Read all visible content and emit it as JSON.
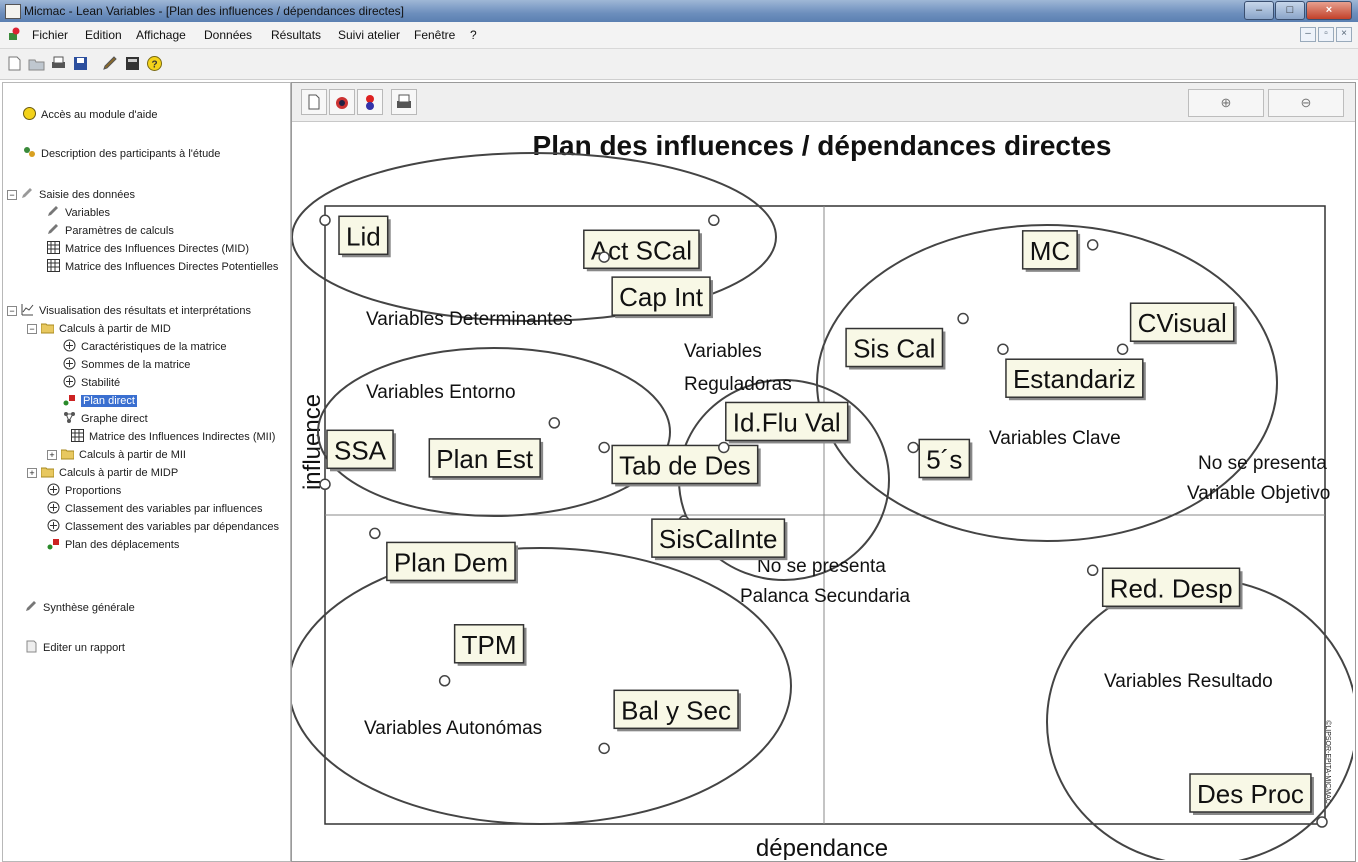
{
  "window": {
    "title": "Micmac - Lean Variables - [Plan des influences / dépendances directes]",
    "minimize": "–",
    "maximize": "□",
    "close": "×"
  },
  "menu": {
    "items": [
      "Fichier",
      "Edition",
      "Affichage",
      "Données",
      "Résultats",
      "Suivi atelier",
      "Fenêtre",
      "?"
    ],
    "mdi": [
      "–",
      "▫",
      "×"
    ]
  },
  "toolbar": {
    "icons": [
      "new-icon",
      "open-icon",
      "print-icon",
      "save-icon",
      "edit-icon",
      "calculator-icon",
      "help-icon"
    ]
  },
  "tree": {
    "help": "Accès au module d'aide",
    "participants": "Description des participants à l'étude",
    "data_entry": "Saisie des données",
    "variables": "Variables",
    "params": "Paramètres de calculs",
    "mid": "Matrice des Influences Directes (MID)",
    "midp": "Matrice des Influences Directes Potentielles",
    "visualisation": "Visualisation des résultats et interprétations",
    "calc_mid": "Calculs à partir de MID",
    "caract": "Caractéristiques de la matrice",
    "sommes": "Sommes de la matrice",
    "stabilite": "Stabilité",
    "plan_direct": "Plan direct",
    "graphe_direct": "Graphe direct",
    "mii": "Matrice des Influences Indirectes (MII)",
    "calc_mii": "Calculs à partir de MII",
    "calc_midp": "Calculs à partir de MIDP",
    "proportions": "Proportions",
    "class_infl": "Classement des variables par influences",
    "class_dep": "Classement des variables par dépendances",
    "plan_depl": "Plan des déplacements",
    "synthese": "Synthèse générale",
    "rapport": "Editer un rapport",
    "expand_minus": "−",
    "expand_plus": "+"
  },
  "plot_toolbar": {
    "icons": [
      "copy-icon",
      "variables-icon",
      "colors-icon",
      "print-icon"
    ],
    "zoom_in": "⊕",
    "zoom_out": "⊖"
  },
  "plot": {
    "title": "Plan des influences / dépendances directes",
    "xlabel": "dépendance",
    "ylabel": "influence",
    "watermark": "©LIPSOR-EPITA-MICMAC",
    "variables": [
      {
        "label": "Lid",
        "dep": 0.0,
        "inf": 0.98
      },
      {
        "label": "Act SCal",
        "dep": 0.39,
        "inf": 0.98
      },
      {
        "label": "Cap Int",
        "dep": 0.28,
        "inf": 0.92
      },
      {
        "label": "Plan Est",
        "dep": 0.23,
        "inf": 0.65
      },
      {
        "label": "SSA",
        "dep": 0.0,
        "inf": 0.55
      },
      {
        "label": "Tab de Des",
        "dep": 0.28,
        "inf": 0.61
      },
      {
        "label": "Id.Flu Val",
        "dep": 0.4,
        "inf": 0.61
      },
      {
        "label": "SisCalInte",
        "dep": 0.36,
        "inf": 0.49
      },
      {
        "label": "Plan Dem",
        "dep": 0.05,
        "inf": 0.47
      },
      {
        "label": "TPM",
        "dep": 0.12,
        "inf": 0.23
      },
      {
        "label": "Bal y Sec",
        "dep": 0.28,
        "inf": 0.12
      },
      {
        "label": "MC",
        "dep": 0.77,
        "inf": 0.94
      },
      {
        "label": "Sis Cal",
        "dep": 0.64,
        "inf": 0.82
      },
      {
        "label": "CVisual",
        "dep": 0.8,
        "inf": 0.77
      },
      {
        "label": "Estandariz",
        "dep": 0.68,
        "inf": 0.77
      },
      {
        "label": "5´s",
        "dep": 0.59,
        "inf": 0.61
      },
      {
        "label": "Red. Desp",
        "dep": 0.77,
        "inf": 0.41
      },
      {
        "label": "Des Proc",
        "dep": 1.0,
        "inf": 0.0
      }
    ],
    "annotations": {
      "determinantes": "Variables  Determinantes",
      "entorno": "Variables  Entorno",
      "reguladoras_1": "Variables",
      "reguladoras_2": "Reguladoras",
      "clave": "Variables  Clave",
      "objetivo_1": "No se presenta",
      "objetivo_2": "Variable Objetivo",
      "palanca_1": "No se presenta",
      "palanca_2": "Palanca Secundaria",
      "autonomas": "Variables  Autonómas",
      "resultado": "Variables  Resultado"
    }
  }
}
